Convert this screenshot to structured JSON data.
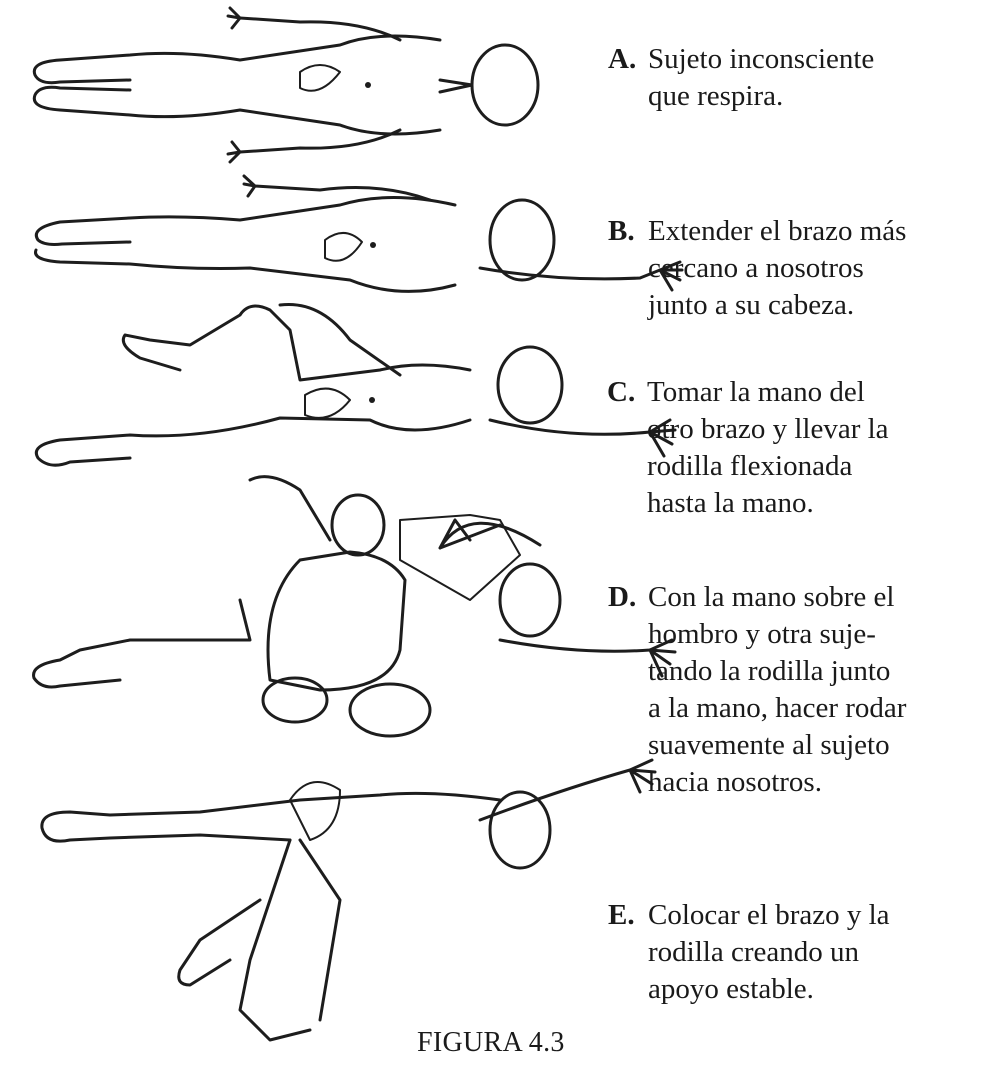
{
  "figure": {
    "caption": "FIGURA 4.3"
  },
  "steps": [
    {
      "letter": "A.",
      "text": "Sujeto inconsciente\nque respira.",
      "icon": "person-supine-icon"
    },
    {
      "letter": "B.",
      "text": "Extender el brazo más\ncercano a nosotros\njunto a su cabeza.",
      "icon": "person-arm-extended-icon"
    },
    {
      "letter": "C.",
      "text": "Tomar la mano del\notro brazo y llevar la\nrodilla flexionada\nhasta la mano.",
      "icon": "person-knee-flexed-icon"
    },
    {
      "letter": "D.",
      "text": "Con la mano sobre el\nhombro y otra suje-\ntando la rodilla junto\na la mano, hacer rodar\nsuavemente al sujeto\nhacia nosotros.",
      "icon": "rescuer-rolling-person-icon"
    },
    {
      "letter": "E.",
      "text": "Colocar el brazo y la\nrodilla creando un\napoyo estable.",
      "icon": "recovery-position-icon"
    }
  ]
}
